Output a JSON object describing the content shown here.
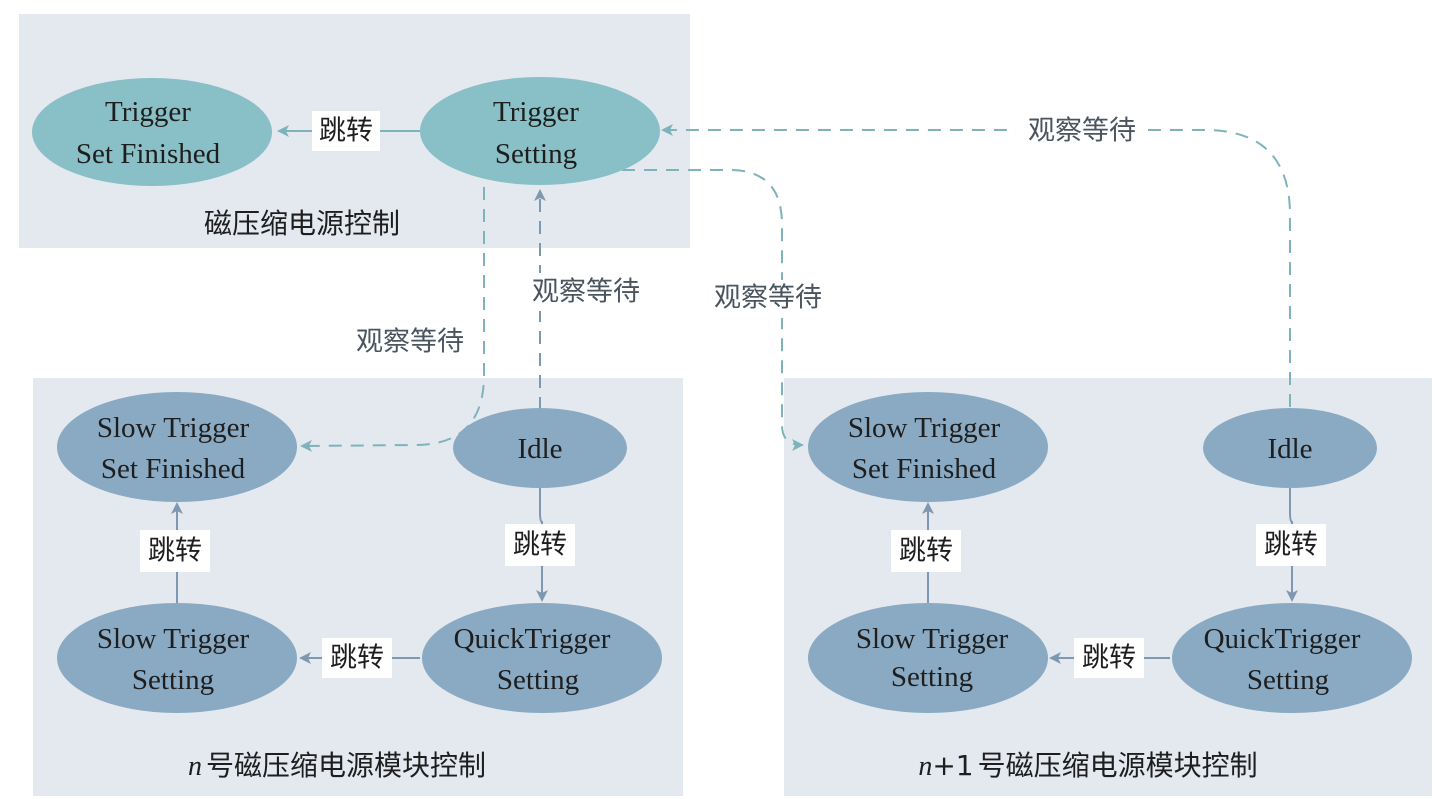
{
  "panels": {
    "top": {
      "title": "磁压缩电源控制"
    },
    "left": {
      "title_var": "n",
      "title": "号磁压缩电源模块控制"
    },
    "right": {
      "title_var": "n",
      "title_plus": "+1",
      "title": "号磁压缩电源模块控制"
    }
  },
  "nodes": {
    "top_trigger_set_finished": {
      "line1": "Trigger",
      "line2": "Set Finished"
    },
    "top_trigger_setting": {
      "line1": "Trigger",
      "line2": "Setting"
    },
    "left_slow_set_finished": {
      "line1": "Slow Trigger",
      "line2": "Set Finished"
    },
    "left_idle": {
      "line1": "Idle"
    },
    "left_slow_setting": {
      "line1": "Slow Trigger",
      "line2": "Setting"
    },
    "left_quick_setting": {
      "line1": "QuickTrigger",
      "line2": "Setting"
    },
    "right_slow_set_finished": {
      "line1": "Slow Trigger",
      "line2": "Set Finished"
    },
    "right_idle": {
      "line1": "Idle"
    },
    "right_slow_setting": {
      "line1": "Slow Trigger",
      "line2": "Setting"
    },
    "right_quick_setting": {
      "line1": "QuickTrigger",
      "line2": "Setting"
    }
  },
  "edge_labels": {
    "jump": "跳转",
    "wait": "观察等待"
  },
  "colors": {
    "panel_bg": "#e4e9f0",
    "top_node": "#89bfc6",
    "bottom_node": "#8aaac3",
    "arrow_top": "#7fb3bb",
    "arrow_bottom": "#7d98b0"
  }
}
